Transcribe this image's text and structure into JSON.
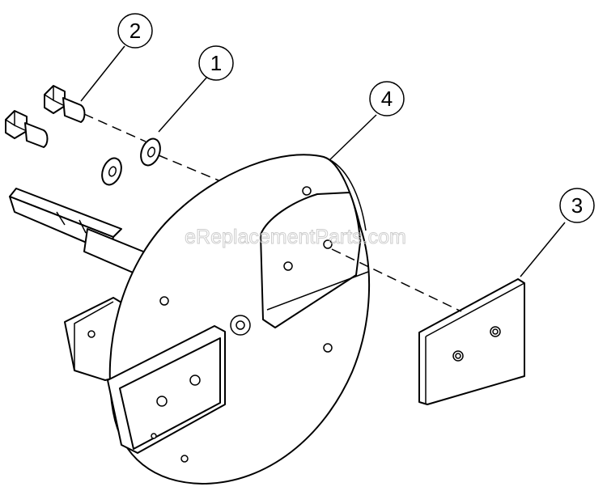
{
  "watermark": "eReplacementParts.com",
  "callouts": [
    {
      "id": "washer",
      "label": "1"
    },
    {
      "id": "bolt",
      "label": "2"
    },
    {
      "id": "blade",
      "label": "3"
    },
    {
      "id": "disc",
      "label": "4"
    }
  ]
}
